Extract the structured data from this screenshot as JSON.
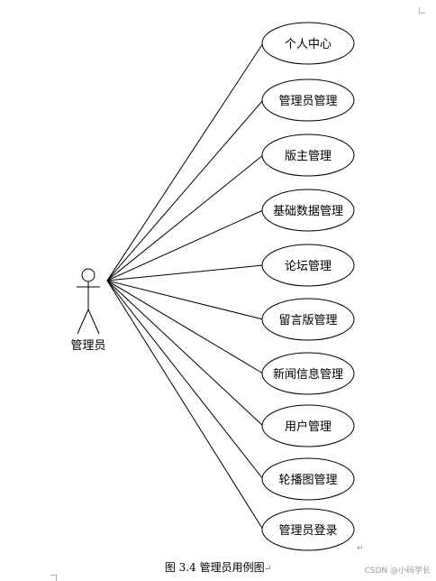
{
  "actor": {
    "label": "管理员"
  },
  "use_cases": [
    {
      "label": "个人中心"
    },
    {
      "label": "管理员管理"
    },
    {
      "label": "版主管理"
    },
    {
      "label": "基础数据管理"
    },
    {
      "label": "论坛管理"
    },
    {
      "label": "留言版管理"
    },
    {
      "label": "新闻信息管理"
    },
    {
      "label": "用户管理"
    },
    {
      "label": "轮播图管理"
    },
    {
      "label": "管理员登录"
    }
  ],
  "caption": {
    "text": "图 3.4 管理员用例图",
    "mark": "↵"
  },
  "watermark": "CSDN @小码学长",
  "paragraph_mark": "↵"
}
